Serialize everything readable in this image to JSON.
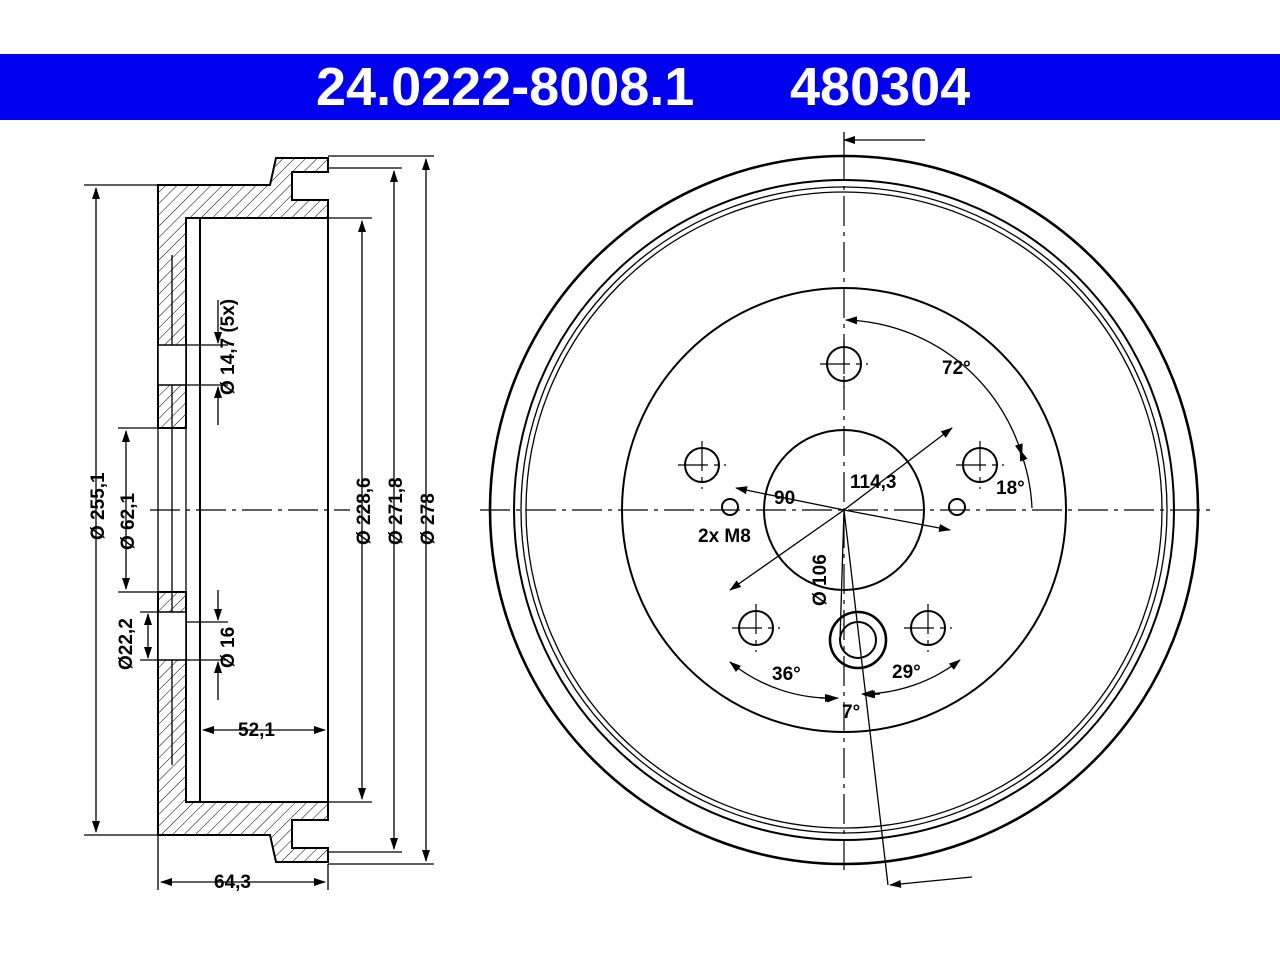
{
  "header": {
    "part_number": "24.0222-8008.1",
    "reference_number": "480304",
    "background_color": "#0000f0",
    "text_color": "#ffffff"
  },
  "side_view": {
    "dim_diameter_255_1": "Ø 255,1",
    "dim_diameter_62_1": "Ø 62,1",
    "dim_diameter_22_2": "Ø22,2",
    "dim_diameter_14_7": "Ø 14,7 (5x)",
    "dim_diameter_16": "Ø 16",
    "dim_diameter_228_6": "Ø 228,6",
    "dim_diameter_271_8": "Ø 271,8",
    "dim_diameter_278": "Ø 278",
    "dim_width_52_1": "52,1",
    "dim_width_64_3": "64,3"
  },
  "front_view": {
    "angle_72": "72°",
    "angle_18": "18°",
    "pcd_114_3": "114,3",
    "dim_90": "90",
    "thread_label": "2x M8",
    "diameter_106": "Ø 106",
    "angle_36": "36°",
    "angle_29": "29°",
    "angle_7": "7°"
  }
}
